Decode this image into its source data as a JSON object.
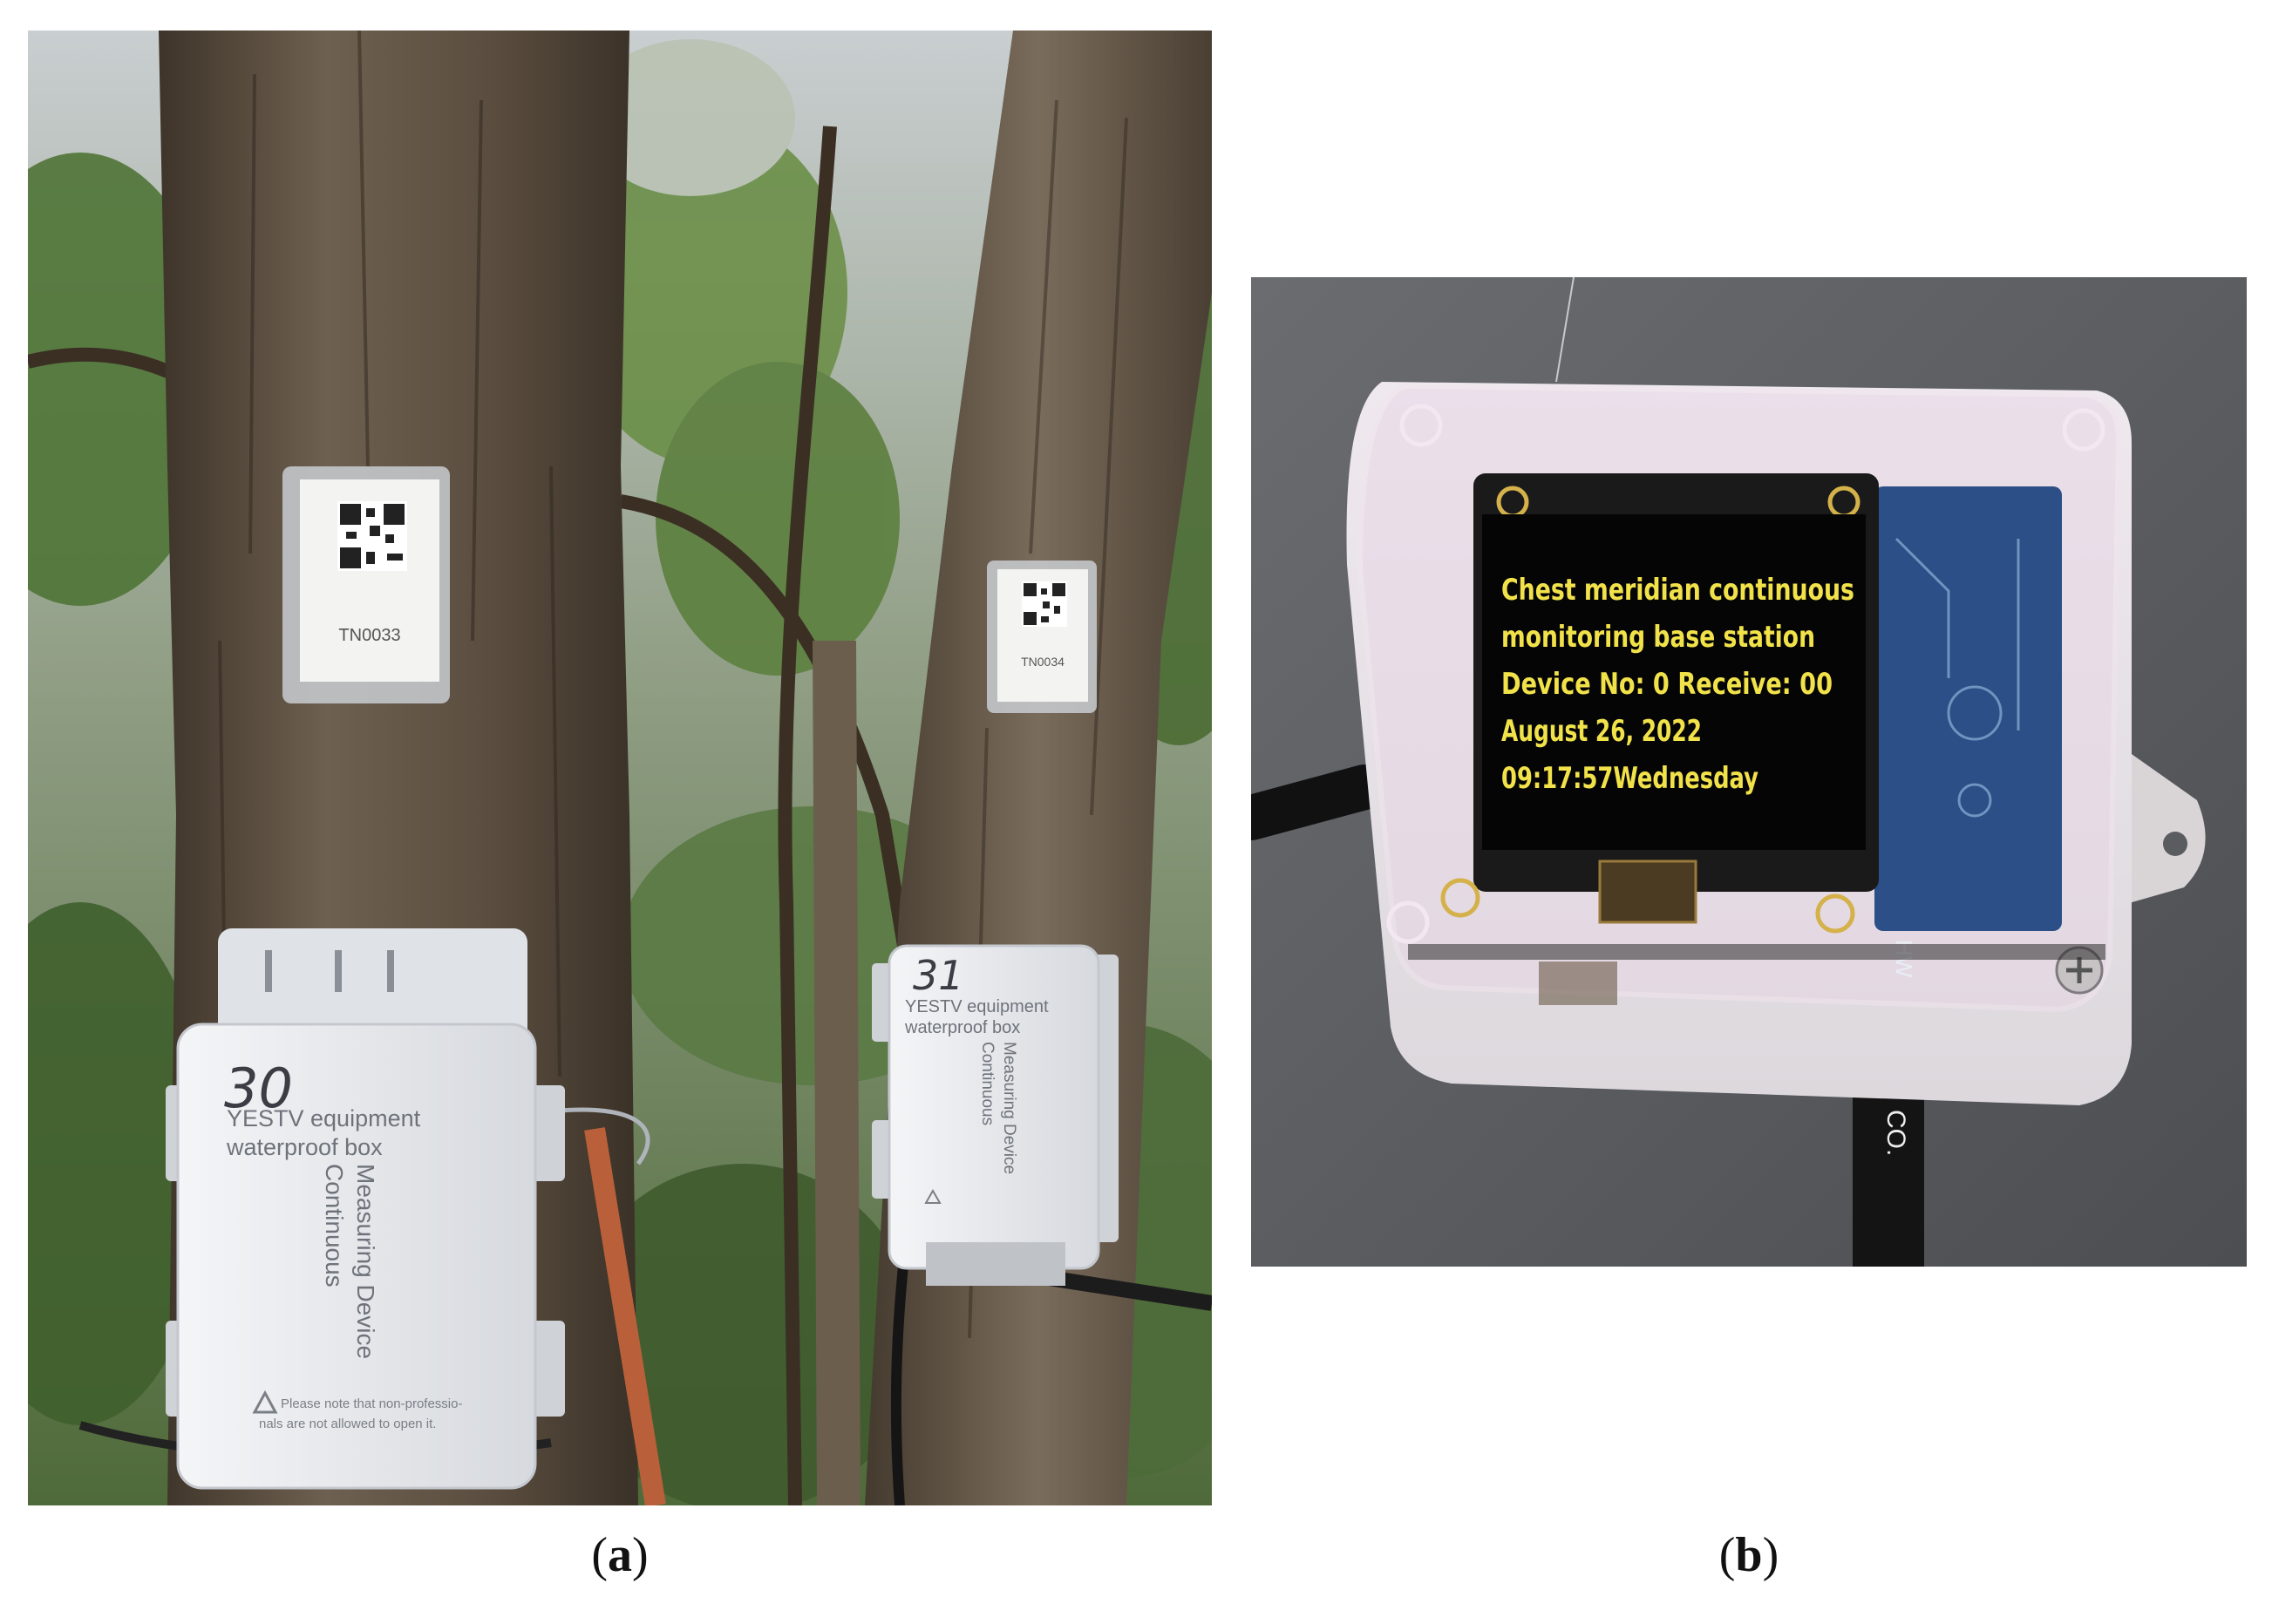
{
  "figure": {
    "panel_a": {
      "caption_open": "(",
      "caption_letter": "a",
      "caption_close": ")",
      "tags": [
        {
          "label": "TN0033"
        },
        {
          "label": "TN0034"
        }
      ],
      "boxes": [
        {
          "number": "30",
          "line1": "YESTV equipment",
          "line2": "waterproof box",
          "rot1": "Measuring Device",
          "rot2": "Continuous",
          "warning1": "Please note that non-professio-",
          "warning2": "nals are not allowed to open it."
        },
        {
          "number": "31",
          "line1": "YESTV equipment",
          "line2": "waterproof box",
          "rot1": "Measuring Device",
          "rot2": "Continuous"
        }
      ]
    },
    "panel_b": {
      "caption_open": "(",
      "caption_letter": "b",
      "caption_close": ")",
      "screen_lines": [
        "Chest meridian continuous",
        "monitoring base station",
        "Device No: 0 Receive: 00",
        "August 26, 2022",
        "09:17:57Wednesday"
      ],
      "board_marks": [
        "HW",
        "CO."
      ]
    },
    "colors": {
      "screen_text": "#f2e24a",
      "box_white": "#e9ebee",
      "bark": "#5a4c3e",
      "foliage": "#55763a"
    }
  }
}
